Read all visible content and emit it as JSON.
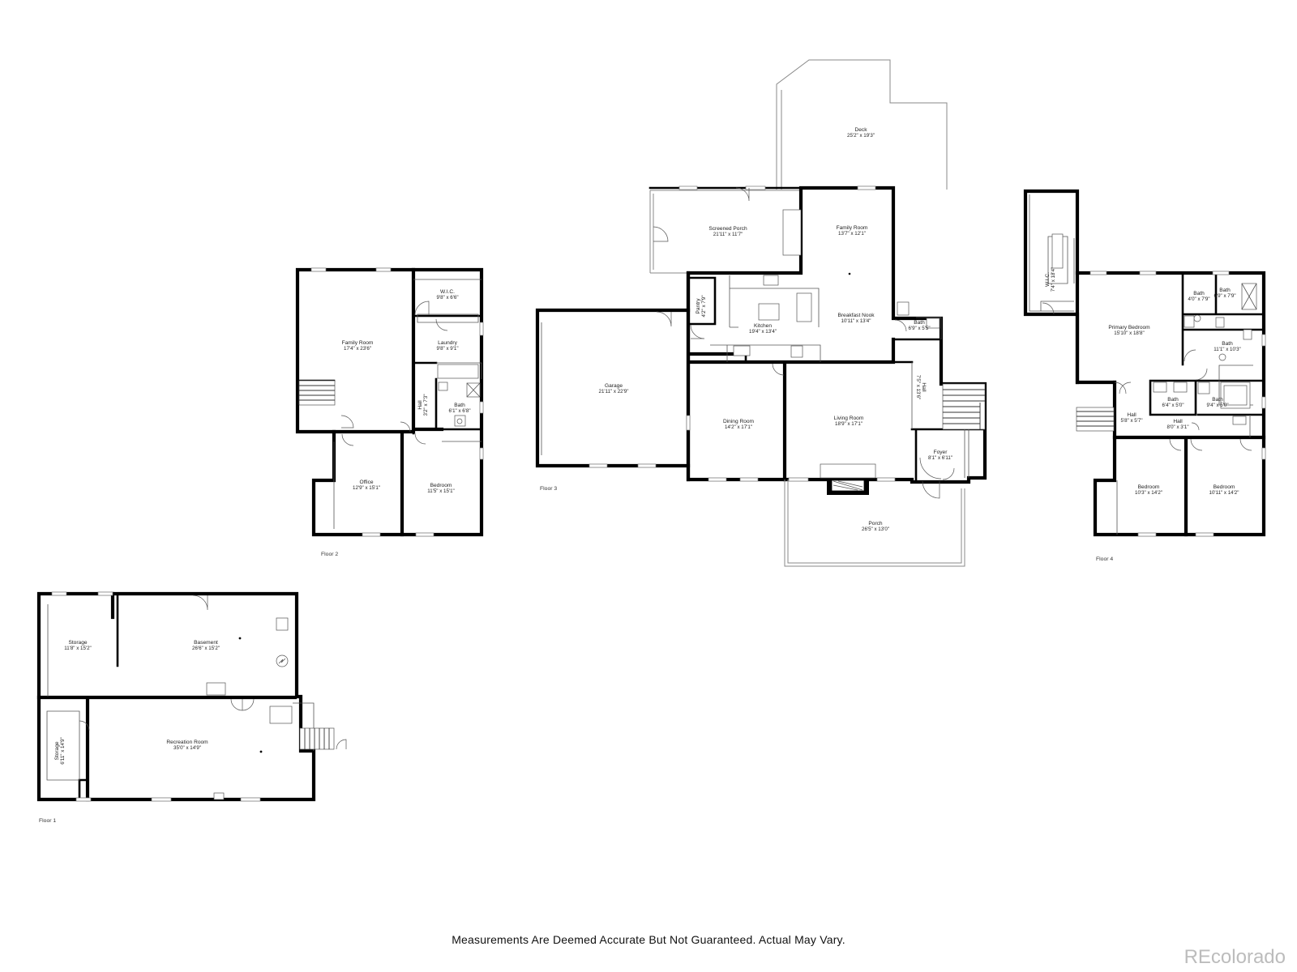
{
  "floors": [
    {
      "label": "Floor 1",
      "rooms": [
        {
          "name": "Storage",
          "dim": "11'8\" x 15'2\""
        },
        {
          "name": "Basement",
          "dim": "26'6\" x 15'2\""
        },
        {
          "name": "Storage",
          "dim": "6'11\" x 14'9\""
        },
        {
          "name": "Recreation Room",
          "dim": "35'0\" x 14'9\""
        }
      ]
    },
    {
      "label": "Floor 2",
      "rooms": [
        {
          "name": "Family Room",
          "dim": "17'4\" x 23'6\""
        },
        {
          "name": "W.I.C.",
          "dim": "9'8\" x 6'6\""
        },
        {
          "name": "Laundry",
          "dim": "9'8\" x 9'1\""
        },
        {
          "name": "Hall",
          "dim": "3'2\" x 7'3\""
        },
        {
          "name": "Bath",
          "dim": "6'1\" x 6'8\""
        },
        {
          "name": "Office",
          "dim": "12'9\" x 15'1\""
        },
        {
          "name": "Bedroom",
          "dim": "11'5\" x 15'1\""
        }
      ]
    },
    {
      "label": "Floor 3",
      "rooms": [
        {
          "name": "Deck",
          "dim": "25'2\" x 19'3\""
        },
        {
          "name": "Screened Porch",
          "dim": "21'11\" x 11'7\""
        },
        {
          "name": "Family Room",
          "dim": "13'7\" x 12'1\""
        },
        {
          "name": "Pantry",
          "dim": "4'2\" x 7'9\""
        },
        {
          "name": "Kitchen",
          "dim": "19'4\" x 13'4\""
        },
        {
          "name": "Breakfast Nook",
          "dim": "10'11\" x 13'4\""
        },
        {
          "name": "Bath",
          "dim": "6'9\" x 5'5\""
        },
        {
          "name": "Garage",
          "dim": "21'11\" x 22'9\""
        },
        {
          "name": "Hall",
          "dim": "7'5\" x 13'6\""
        },
        {
          "name": "Dining Room",
          "dim": "14'2\" x 17'1\""
        },
        {
          "name": "Living Room",
          "dim": "18'9\" x 17'1\""
        },
        {
          "name": "Foyer",
          "dim": "8'1\" x 6'11\""
        },
        {
          "name": "Porch",
          "dim": "26'5\" x 13'0\""
        }
      ]
    },
    {
      "label": "Floor 4",
      "rooms": [
        {
          "name": "W.I.C.",
          "dim": "7'4\" x 18'4\""
        },
        {
          "name": "Primary Bedroom",
          "dim": "15'10\" x 18'8\""
        },
        {
          "name": "Bath",
          "dim": "4'0\" x 7'9\""
        },
        {
          "name": "Bath",
          "dim": "6'9\" x 7'9\""
        },
        {
          "name": "Bath",
          "dim": "11'1\" x 10'3\""
        },
        {
          "name": "Bath",
          "dim": "6'4\" x 5'0\""
        },
        {
          "name": "Bath",
          "dim": "9'4\" x 5'0\""
        },
        {
          "name": "Hall",
          "dim": "5'8\" x 5'7\""
        },
        {
          "name": "Hall",
          "dim": "8'0\" x 3'1\""
        },
        {
          "name": "Bedroom",
          "dim": "10'3\" x 14'2\""
        },
        {
          "name": "Bedroom",
          "dim": "10'11\" x 14'2\""
        }
      ]
    }
  ],
  "disclaimer": "Measurements Are Deemed Accurate But Not Guaranteed. Actual May Vary.",
  "brand": "REcolorado"
}
